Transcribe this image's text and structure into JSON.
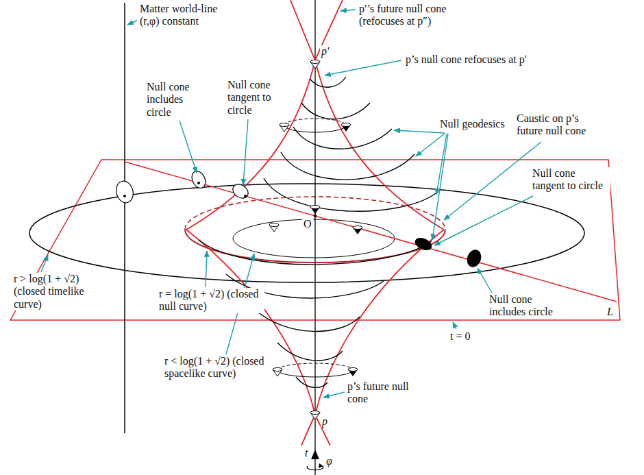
{
  "diagram": {
    "labels": [
      "Matter world-line (r,φ) constant",
      "p′’s future null cone (refocuses at p″)",
      "p′",
      "p’s null cone refocuses at p′",
      "Null cone includes circle",
      "Null cone tangent to circle",
      "Null geodesics",
      "Caustic on p’s future null cone",
      "O",
      "Null cone tangent to circle",
      "r > log(1 + √2) (closed timelike curve)",
      "r = log(1 + √2) (closed null curve)",
      "Null cone includes circle",
      "L",
      "t = 0",
      "r < log(1 + √2) (closed spacelike curve)",
      "p’s future null cone",
      "p",
      "t",
      "φ"
    ]
  }
}
